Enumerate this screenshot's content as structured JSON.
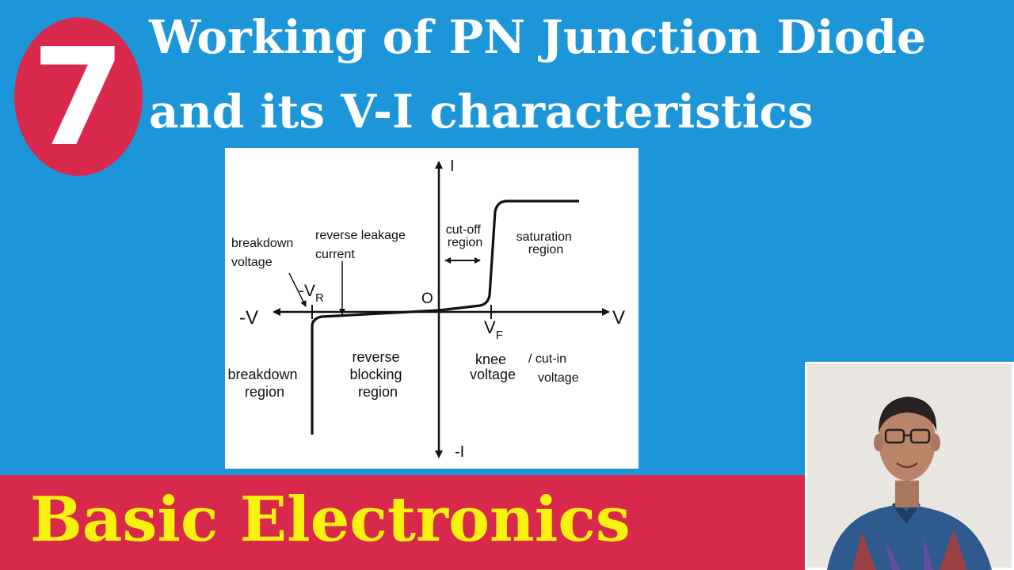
{
  "badge": {
    "number": "7"
  },
  "title": {
    "line1": "Working of PN Junction Diode",
    "line2": "and its V-I characteristics"
  },
  "diagram": {
    "axes": {
      "x_pos": "V",
      "x_neg": "-V",
      "y_pos": "I",
      "y_neg": "-I",
      "origin": "O"
    },
    "labels": {
      "breakdown_voltage": [
        "breakdown",
        "voltage"
      ],
      "reverse_leakage": [
        "reverse leakage",
        "current"
      ],
      "vr_main": "-V",
      "vr_sub": "R",
      "cutoff_region": [
        "cut-off",
        "region"
      ],
      "saturation_region": [
        "saturation",
        "region"
      ],
      "vf_main": "V",
      "vf_sub": "F",
      "knee_voltage": [
        "knee",
        "voltage"
      ],
      "cut_in_voltage": [
        "/ cut-in",
        "voltage"
      ],
      "breakdown_region": [
        "breakdown",
        "region"
      ],
      "reverse_blocking_region": [
        "reverse",
        "blocking",
        "region"
      ]
    }
  },
  "footer": {
    "title": "Basic Electronics"
  },
  "colors": {
    "background": "#1c96d8",
    "accent_red": "#d8284c",
    "footer_text": "#f9f20c"
  }
}
